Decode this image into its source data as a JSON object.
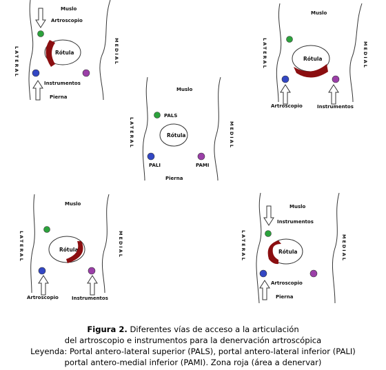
{
  "colors": {
    "portal_pals": "#2ca23c",
    "portal_pali": "#3347c4",
    "portal_pami": "#9b3fa8",
    "denervation_zone": "#8b0e10",
    "outline": "#333333"
  },
  "panels": [
    {
      "id": "top-left",
      "labels": {
        "thigh": "Muslo",
        "patella": "Rótula",
        "lateral": "LATERAL",
        "medial": "MEDIAL",
        "leg": "Pierna",
        "scope_tool": "Artroscopio",
        "instrument_tool": "Instrumentos"
      }
    },
    {
      "id": "top-right",
      "labels": {
        "thigh": "Muslo",
        "patella": "Rótula",
        "lateral": "LATERAL",
        "medial": "MEDIAL",
        "scope_tool": "Artroscopio",
        "instrument_tool": "Instrumentos"
      }
    },
    {
      "id": "center",
      "labels": {
        "thigh": "Muslo",
        "patella": "Rótula",
        "lateral": "LATERAL",
        "medial": "MEDIAL",
        "leg": "Pierna",
        "pals": "PALS",
        "pali": "PALI",
        "pami": "PAMI"
      }
    },
    {
      "id": "bottom-left",
      "labels": {
        "thigh": "Muslo",
        "patella": "Rótula",
        "lateral": "LATERAL",
        "medial": "MEDIAL",
        "scope_tool": "Artroscopio",
        "instrument_tool": "Instrumentos"
      }
    },
    {
      "id": "bottom-right",
      "labels": {
        "thigh": "Muslo",
        "patella": "Rótula",
        "lateral": "LATERAL",
        "medial": "MEDIAL",
        "leg": "Pierna",
        "scope_tool": "Artroscopio",
        "instrument_tool": "Instrumentos"
      }
    }
  ],
  "caption": {
    "figure_label": "Figura 2.",
    "line1_rest": " Diferentes vías de acceso a la articulación",
    "line2": "del artroscopio e instrumentos para la denervación artroscópica",
    "line3": "Leyenda: Portal antero-lateral superior (PALS), portal antero-lateral inferior (PALI)",
    "line4": "portal antero-medial inferior (PAMI). Zona roja (área a denervar)"
  }
}
